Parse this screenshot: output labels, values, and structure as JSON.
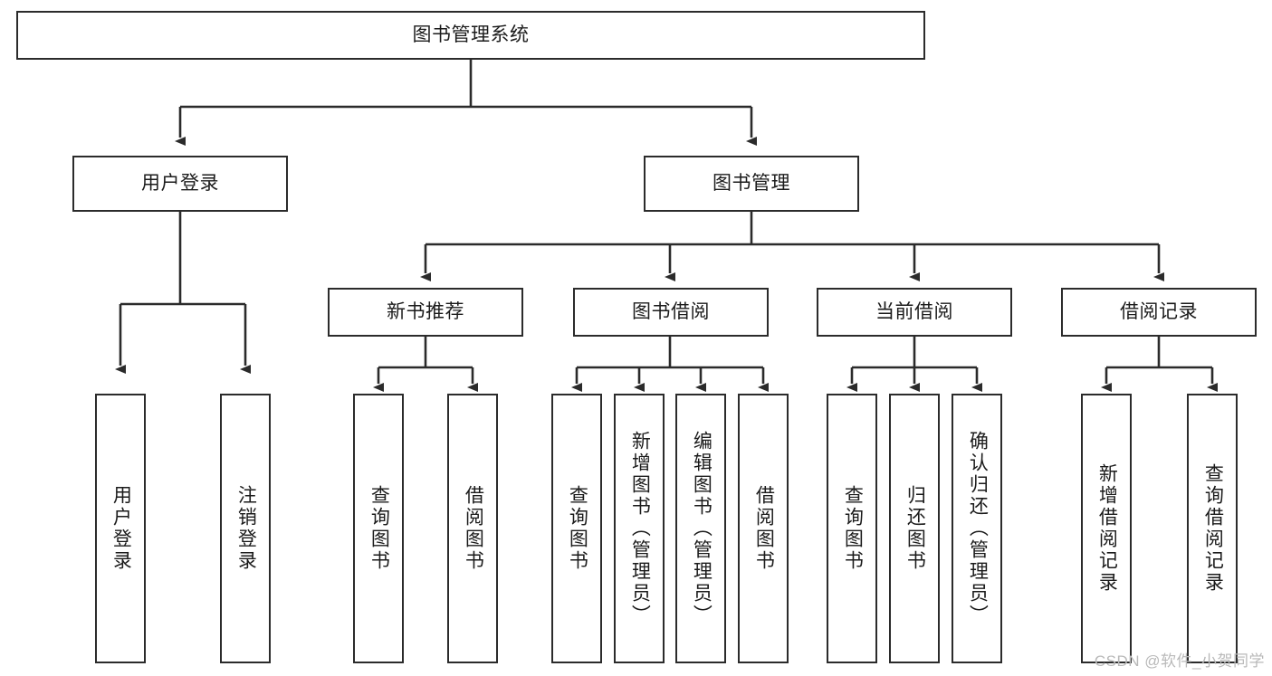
{
  "diagram": {
    "type": "tree-hierarchy",
    "title": "图书管理系统",
    "root": {
      "id": "root",
      "label": "图书管理系统",
      "level": 0
    },
    "level1": [
      {
        "id": "user-login",
        "label": "用户登录"
      },
      {
        "id": "book-management",
        "label": "图书管理"
      }
    ],
    "level2": [
      {
        "id": "new-book-recommend",
        "label": "新书推荐",
        "parent": "book-management"
      },
      {
        "id": "book-borrow",
        "label": "图书借阅",
        "parent": "book-management"
      },
      {
        "id": "current-borrow",
        "label": "当前借阅",
        "parent": "book-management"
      },
      {
        "id": "borrow-record",
        "label": "借阅记录",
        "parent": "book-management"
      }
    ],
    "leaves": {
      "user_login": [
        {
          "id": "leaf-user-login",
          "label": "用户登录"
        },
        {
          "id": "leaf-logout",
          "label": "注销登录"
        }
      ],
      "new_book_recommend": [
        {
          "id": "leaf-query-book-1",
          "label": "查询图书"
        },
        {
          "id": "leaf-borrow-book-1",
          "label": "借阅图书"
        }
      ],
      "book_borrow": [
        {
          "id": "leaf-query-book-2",
          "label": "查询图书"
        },
        {
          "id": "leaf-add-book",
          "label": "新增图书（管理员）"
        },
        {
          "id": "leaf-edit-book",
          "label": "编辑图书（管理员）"
        },
        {
          "id": "leaf-borrow-book-2",
          "label": "借阅图书"
        }
      ],
      "current_borrow": [
        {
          "id": "leaf-query-book-3",
          "label": "查询图书"
        },
        {
          "id": "leaf-return-book",
          "label": "归还图书"
        },
        {
          "id": "leaf-confirm-return",
          "label": "确认归还（管理员）"
        }
      ],
      "borrow_record": [
        {
          "id": "leaf-add-record",
          "label": "新增借阅记录"
        },
        {
          "id": "leaf-query-record",
          "label": "查询借阅记录"
        }
      ]
    },
    "colors": {
      "stroke": "#2b2b2b",
      "fill": "#ffffff",
      "text": "#1b1b1b",
      "watermark": "#b9b9b9"
    }
  },
  "watermark": {
    "text": "CSDN @软件_小贺同学"
  }
}
